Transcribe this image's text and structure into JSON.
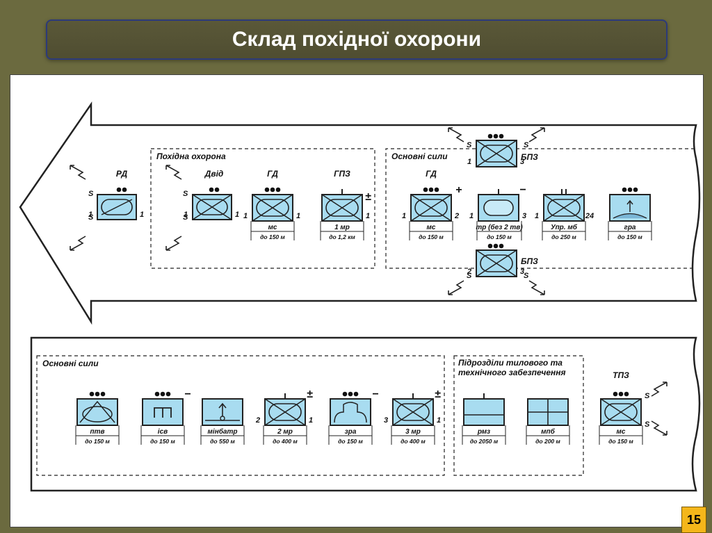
{
  "title": "Склад похідної охорони",
  "page_number": "15",
  "colors": {
    "unit_fill": "#a8dcf0",
    "stroke": "#222222",
    "background": "#6b6a3f"
  },
  "top_band": {
    "group_march_guard": "Похідна охорона",
    "group_main_forces": "Основні сили",
    "units": [
      {
        "id": "rd",
        "label": "РД",
        "side_left": "1",
        "side_right": "1",
        "s_top": "S",
        "s_bot": "S"
      },
      {
        "id": "dvid",
        "label": "Двід",
        "side_left": "1",
        "side_right": "1",
        "s_top": "S",
        "s_bot": "S"
      },
      {
        "id": "gd1",
        "label": "ГД",
        "side_left": "1",
        "side_right": "1",
        "sub": "мс",
        "dist": "до 150 м"
      },
      {
        "id": "gpz",
        "label": "ГПЗ",
        "side_right": "1",
        "sub": "1 мр",
        "dist": "до 1,2 км",
        "sign": "±"
      },
      {
        "id": "gd2",
        "label": "ГД",
        "side_left": "1",
        "side_right": "2",
        "sub": "мс",
        "dist": "до 150 м",
        "sign": "+"
      },
      {
        "id": "tr",
        "side_left": "1",
        "side_right": "3",
        "sub": "тр (без 2 тв)",
        "dist": "до 150 м",
        "sign": "−"
      },
      {
        "id": "upr",
        "side_left": "1",
        "side_right": "24",
        "sub": "Упр. мб",
        "dist": "до 250 м"
      },
      {
        "id": "gra",
        "sub": "гра",
        "dist": "до 150 м"
      },
      {
        "id": "bpz_top",
        "label": "БПЗ",
        "side_left": "1",
        "side_right": "3",
        "s_left": "S",
        "s_right": "S"
      },
      {
        "id": "bpz_bot",
        "label": "БПЗ",
        "side_left": "2",
        "side_right": "3",
        "s_left": "S",
        "s_right": "S"
      }
    ]
  },
  "bottom_band": {
    "group_main_forces": "Основні сили",
    "group_support": "Підрозділи тилового та технічного забезпечення",
    "units": [
      {
        "id": "ptv",
        "sub": "птв",
        "dist": "до 150 м"
      },
      {
        "id": "isv",
        "sub": "ісв",
        "dist": "до 150 м",
        "sign": "−"
      },
      {
        "id": "minbatr",
        "sub": "мінбатр",
        "dist": "до 550 м"
      },
      {
        "id": "mr2",
        "sub": "2 мр",
        "dist": "до 400 м",
        "side_left": "2",
        "side_right": "1",
        "sign": "±"
      },
      {
        "id": "zra",
        "sub": "зра",
        "dist": "до 150 м",
        "sign": "−"
      },
      {
        "id": "mr3",
        "sub": "3 мр",
        "dist": "до 400 м",
        "side_left": "3",
        "side_right": "1",
        "sign": "±"
      },
      {
        "id": "rmz",
        "sub": "рмз",
        "dist": "до 2050 м"
      },
      {
        "id": "mpb",
        "sub": "мпб",
        "dist": "до 200 м"
      },
      {
        "id": "tpz",
        "label": "ТПЗ",
        "sub": "мс",
        "dist": "до 150 м",
        "s_top": "S",
        "s_bot": "S"
      }
    ]
  }
}
